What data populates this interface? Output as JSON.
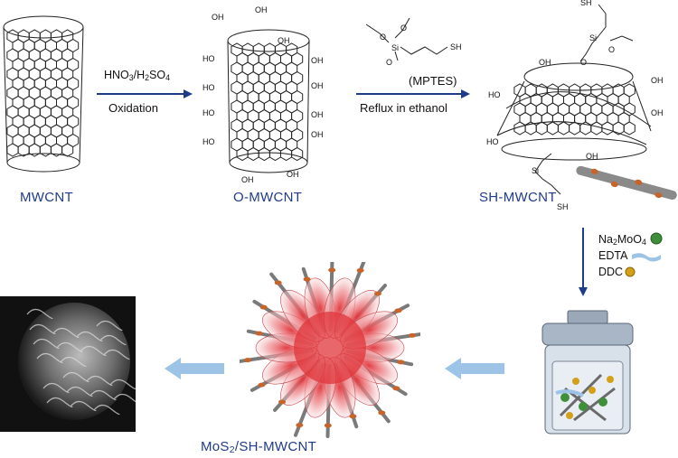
{
  "labels": {
    "mwcnt": "MWCNT",
    "o_mwcnt": "O-MWCNT",
    "sh_mwcnt": "SH-MWCNT",
    "product_main": "MoS",
    "product_sub": "2",
    "product_rest": "/SH-MWCNT"
  },
  "step1": {
    "reagent_a": "HNO",
    "reagent_a_sub": "3",
    "slash": "/H",
    "reagent_b_sub": "2",
    "reagent_c": "SO",
    "reagent_c_sub": "4",
    "condition": "Oxidation"
  },
  "step2": {
    "reagent": "(MPTES)",
    "condition": "Reflux in ethanol"
  },
  "step3": {
    "na_main": "Na",
    "na_sub": "2",
    "mo_main": "MoO",
    "mo_sub": "4",
    "edta": "EDTA",
    "ddc": "DDC"
  },
  "chem": {
    "oh": "OH",
    "ho": "HO",
    "o": "O",
    "si": "Si",
    "sh": "SH"
  },
  "colors": {
    "arrow_dark": "#1f3c88",
    "arrow_light": "#9dc3e6",
    "label_blue": "#1f3c88",
    "mos2_red": "#e0343a",
    "tube_gray": "#8a8a8a",
    "green_ball": "#3f8f3a",
    "gold_ball": "#d4a017"
  }
}
